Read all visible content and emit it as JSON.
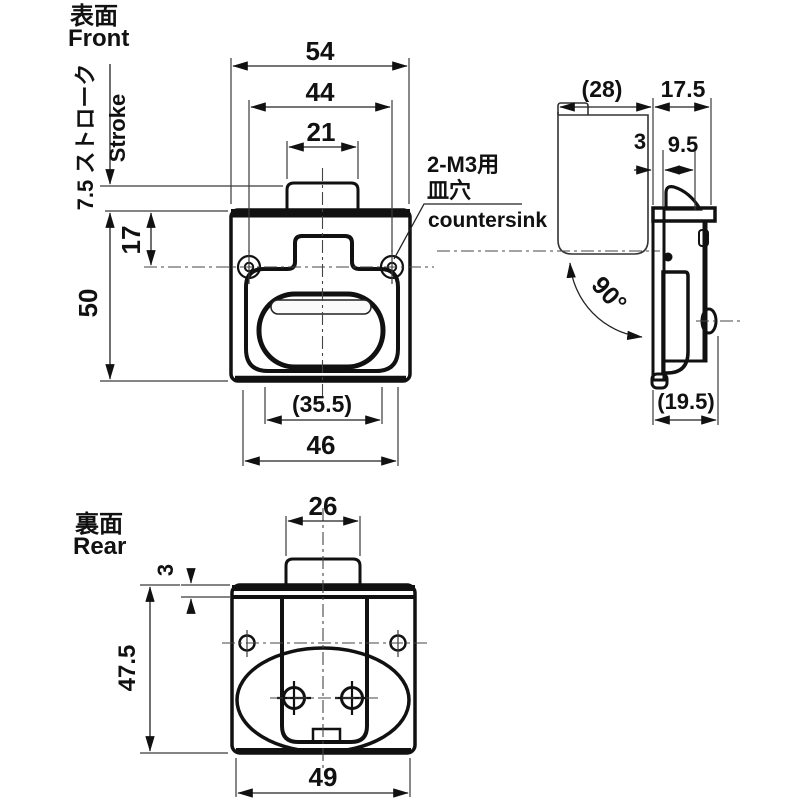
{
  "front_view": {
    "title_jp": "表面",
    "title_en": "Front",
    "stroke_note_jp": "7.5 ストローク",
    "stroke_note_en": "Stroke",
    "dim_overall_width": "54",
    "dim_hole_pitch": "44",
    "dim_button_width": "21",
    "dim_hole_offset": "17",
    "dim_overall_height": "50",
    "dim_handle_width": "(35.5)",
    "dim_base_width": "46",
    "countersink_note_line1": "2-M3用",
    "countersink_note_line2": "皿穴",
    "countersink_note_line3": "countersink"
  },
  "side_view": {
    "dim_open_depth": "(28)",
    "dim_depth": "17.5",
    "dim_plate_thickness": "3",
    "dim_case_depth": "9.5",
    "dim_overall_depth": "(19.5)",
    "open_angle": "90°"
  },
  "rear_view": {
    "title_jp": "裏面",
    "title_en": "Rear",
    "dim_button_width": "26",
    "dim_edge_offset": "3",
    "dim_height": "47.5",
    "dim_width": "49"
  }
}
